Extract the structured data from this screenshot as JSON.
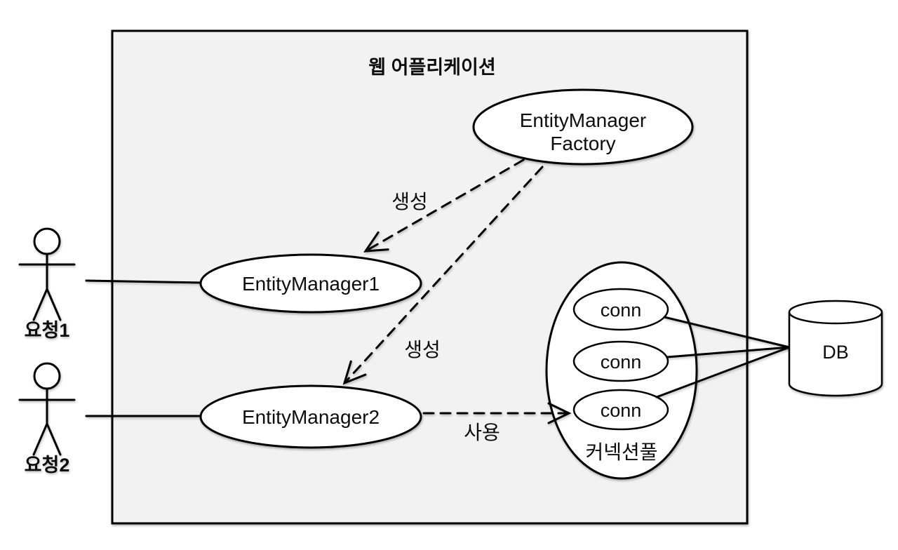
{
  "diagram": {
    "title": "웹 어플리케이션",
    "actors": [
      {
        "label": "요청1"
      },
      {
        "label": "요청2"
      }
    ],
    "factory": {
      "line1": "EntityManager",
      "line2": "Factory"
    },
    "entity_managers": [
      {
        "label": "EntityManager1"
      },
      {
        "label": "EntityManager2"
      }
    ],
    "pool": {
      "label": "커넥션풀",
      "connections": [
        {
          "label": "conn"
        },
        {
          "label": "conn"
        },
        {
          "label": "conn"
        }
      ]
    },
    "database": {
      "label": "DB"
    },
    "edge_labels": {
      "create1": "생성",
      "create2": "생성",
      "use": "사용"
    },
    "colors": {
      "canvas": "#ffffff",
      "boundary_fill": "#f2f2f2",
      "shape_fill": "#ffffff",
      "stroke": "#000000"
    }
  }
}
